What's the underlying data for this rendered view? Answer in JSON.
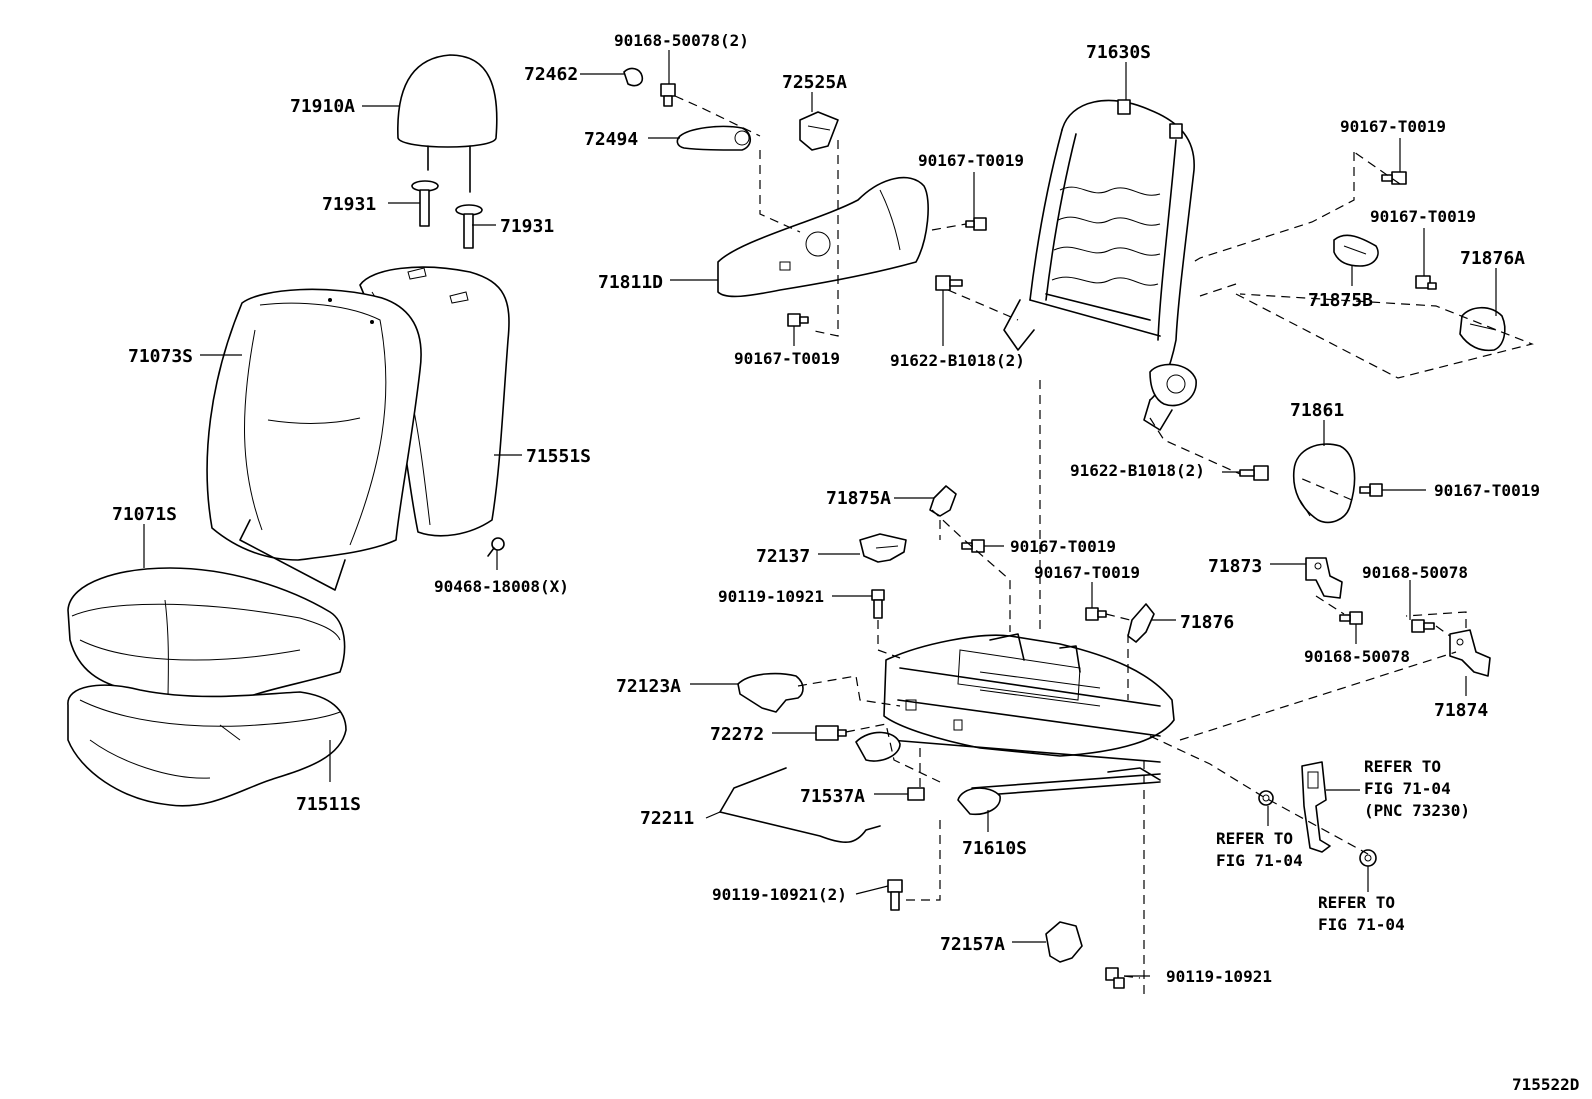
{
  "diagram_id": "715522D",
  "labels": {
    "p71910A": "71910A",
    "p71931a": "71931",
    "p71931b": "71931",
    "p71073S": "71073S",
    "p71551S": "71551S",
    "p90468": "90468-18008(X)",
    "p71071S": "71071S",
    "p71511S": "71511S",
    "p90168_50078_2": "90168-50078(2)",
    "p72462": "72462",
    "p72494": "72494",
    "p72525A": "72525A",
    "p71811D": "71811D",
    "p90167_a": "90167-T0019",
    "p90167_b": "90167-T0019",
    "p71630S": "71630S",
    "p91622_a": "91622-B1018(2)",
    "p91622_b": "91622-B1018(2)",
    "p90167_c": "90167-T0019",
    "p90167_d": "90167-T0019",
    "p71876A": "71876A",
    "p71875B": "71875B",
    "p71861": "71861",
    "p90167_e": "90167-T0019",
    "p71875A": "71875A",
    "p90167_f": "90167-T0019",
    "p72137": "72137",
    "p90119_a": "90119-10921",
    "p90167_g": "90167-T0019",
    "p71876": "71876",
    "p71873": "71873",
    "p90168_a": "90168-50078",
    "p90168_b": "90168-50078",
    "p71874": "71874",
    "p72123A": "72123A",
    "p72272": "72272",
    "p71537A": "71537A",
    "p72211": "72211",
    "p71610S": "71610S",
    "p90119_b": "90119-10921(2)",
    "p72157A": "72157A",
    "p90119_c": "90119-10921",
    "refer1_a": "REFER TO",
    "refer1_b": "FIG 71-04",
    "refer2_a": "REFER TO",
    "refer2_b": "FIG 71-04",
    "refer2_c": "(PNC 73230)",
    "refer3_a": "REFER TO",
    "refer3_b": "FIG 71-04"
  }
}
